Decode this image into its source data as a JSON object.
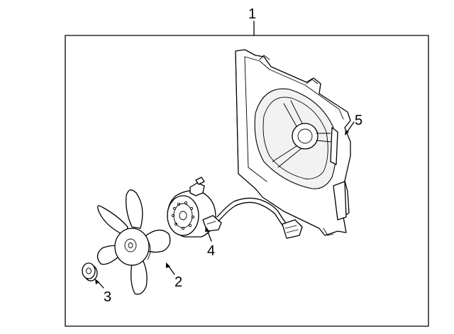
{
  "diagram": {
    "callouts": [
      {
        "id": "assembly",
        "number": "1"
      },
      {
        "id": "fan-blade",
        "number": "2"
      },
      {
        "id": "nut",
        "number": "3"
      },
      {
        "id": "motor",
        "number": "4"
      },
      {
        "id": "shroud",
        "number": "5"
      }
    ]
  },
  "colors": {
    "line": "#000000",
    "background": "#ffffff"
  }
}
